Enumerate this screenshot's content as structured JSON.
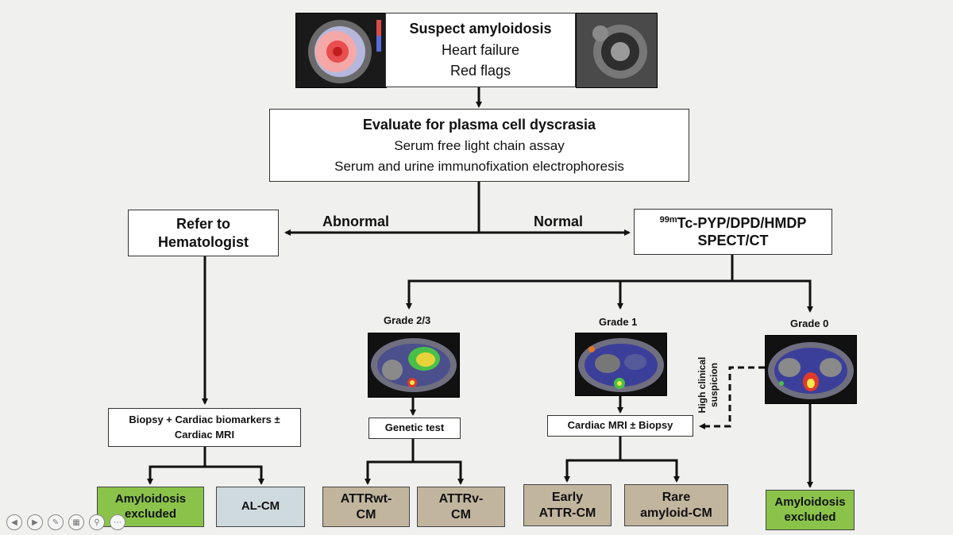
{
  "top": {
    "title": "Suspect amyloidosis",
    "line1": "Heart failure",
    "line2": "Red flags"
  },
  "evaluate": {
    "title": "Evaluate for plasma cell dyscrasia",
    "line1": "Serum free light chain assay",
    "line2": "Serum and urine immunofixation electrophoresis"
  },
  "refer": {
    "line1": "Refer to",
    "line2": "Hematologist"
  },
  "spect": {
    "sup": "99m",
    "line1": "Tc-PYP/DPD/HMDP",
    "line2": "SPECT/CT"
  },
  "branch_labels": {
    "abnormal": "Abnormal",
    "normal": "Normal",
    "suspicion_line1": "High clinical",
    "suspicion_line2": "suspicion"
  },
  "grades": {
    "g23": "Grade 2/3",
    "g1": "Grade 1",
    "g0": "Grade 0"
  },
  "biopsy": {
    "line1": "Biopsy + Cardiac biomarkers ±",
    "line2": "Cardiac MRI"
  },
  "genetic": "Genetic test",
  "mri": "Cardiac MRI ± Biopsy",
  "outcomes": {
    "amyloid_excluded_1": {
      "line1": "Amyloidosis",
      "line2": "excluded"
    },
    "alcm": "AL-CM",
    "attrwt": {
      "line1": "ATTRwt-",
      "line2": "CM"
    },
    "attrv": {
      "line1": "ATTRv-",
      "line2": "CM"
    },
    "early": {
      "line1": "Early",
      "line2": "ATTR-CM"
    },
    "rare": {
      "line1": "Rare",
      "line2": "amyloid-CM"
    },
    "amyloid_excluded_2": {
      "line1": "Amyloidosis",
      "line2": "excluded"
    }
  },
  "colors": {
    "excluded": "#8bc34a",
    "alcm": "#cfdadf",
    "attr": "#c2b59e"
  }
}
